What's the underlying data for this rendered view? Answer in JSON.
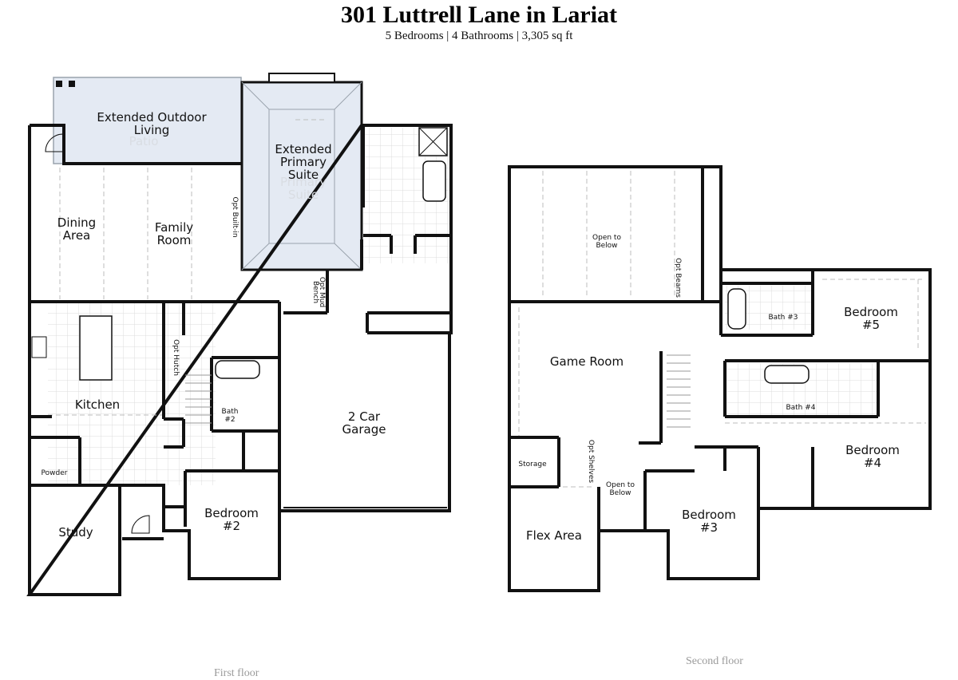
{
  "header": {
    "title": "301 Luttrell Lane in Lariat",
    "subtitle": "5 Bedrooms | 4 Bathrooms | 3,305 sq ft"
  },
  "colors": {
    "wall": "#111111",
    "highlight": "#e4eaf3",
    "tile_grid": "#dcdcdc",
    "dashed": "#bdbdbd"
  },
  "first_floor": {
    "caption": "First floor",
    "rooms": {
      "outdoor_1": "Extended Outdoor",
      "outdoor_2": "Living",
      "patio": "Patio",
      "primary_1": "Extended",
      "primary_2": "Primary",
      "primary_3": "Suite",
      "primary_ghost_1": "Primary",
      "primary_ghost_2": "Suite",
      "dining_1": "Dining",
      "dining_2": "Area",
      "family_1": "Family",
      "family_2": "Room",
      "opt_builtin": "Opt Built-in",
      "opt_mud_1": "Opt Mud",
      "opt_mud_2": "Bench",
      "kitchen": "Kitchen",
      "opt_hutch": "Opt Hutch",
      "bath2_1": "Bath",
      "bath2_2": "#2",
      "powder": "Powder",
      "study": "Study",
      "bedroom2_1": "Bedroom",
      "bedroom2_2": "#2",
      "garage_1": "2 Car",
      "garage_2": "Garage"
    }
  },
  "second_floor": {
    "caption": "Second floor",
    "rooms": {
      "open_below_1a": "Open to",
      "open_below_1b": "Below",
      "opt_beams": "Opt Beams",
      "game_room": "Game Room",
      "bath3": "Bath #3",
      "bedroom5_1": "Bedroom",
      "bedroom5_2": "#5",
      "bath4": "Bath #4",
      "bedroom4_1": "Bedroom",
      "bedroom4_2": "#4",
      "storage": "Storage",
      "opt_shelves": "Opt Shelves",
      "open_below_2a": "Open to",
      "open_below_2b": "Below",
      "flex_area": "Flex Area",
      "bedroom3_1": "Bedroom",
      "bedroom3_2": "#3"
    }
  }
}
